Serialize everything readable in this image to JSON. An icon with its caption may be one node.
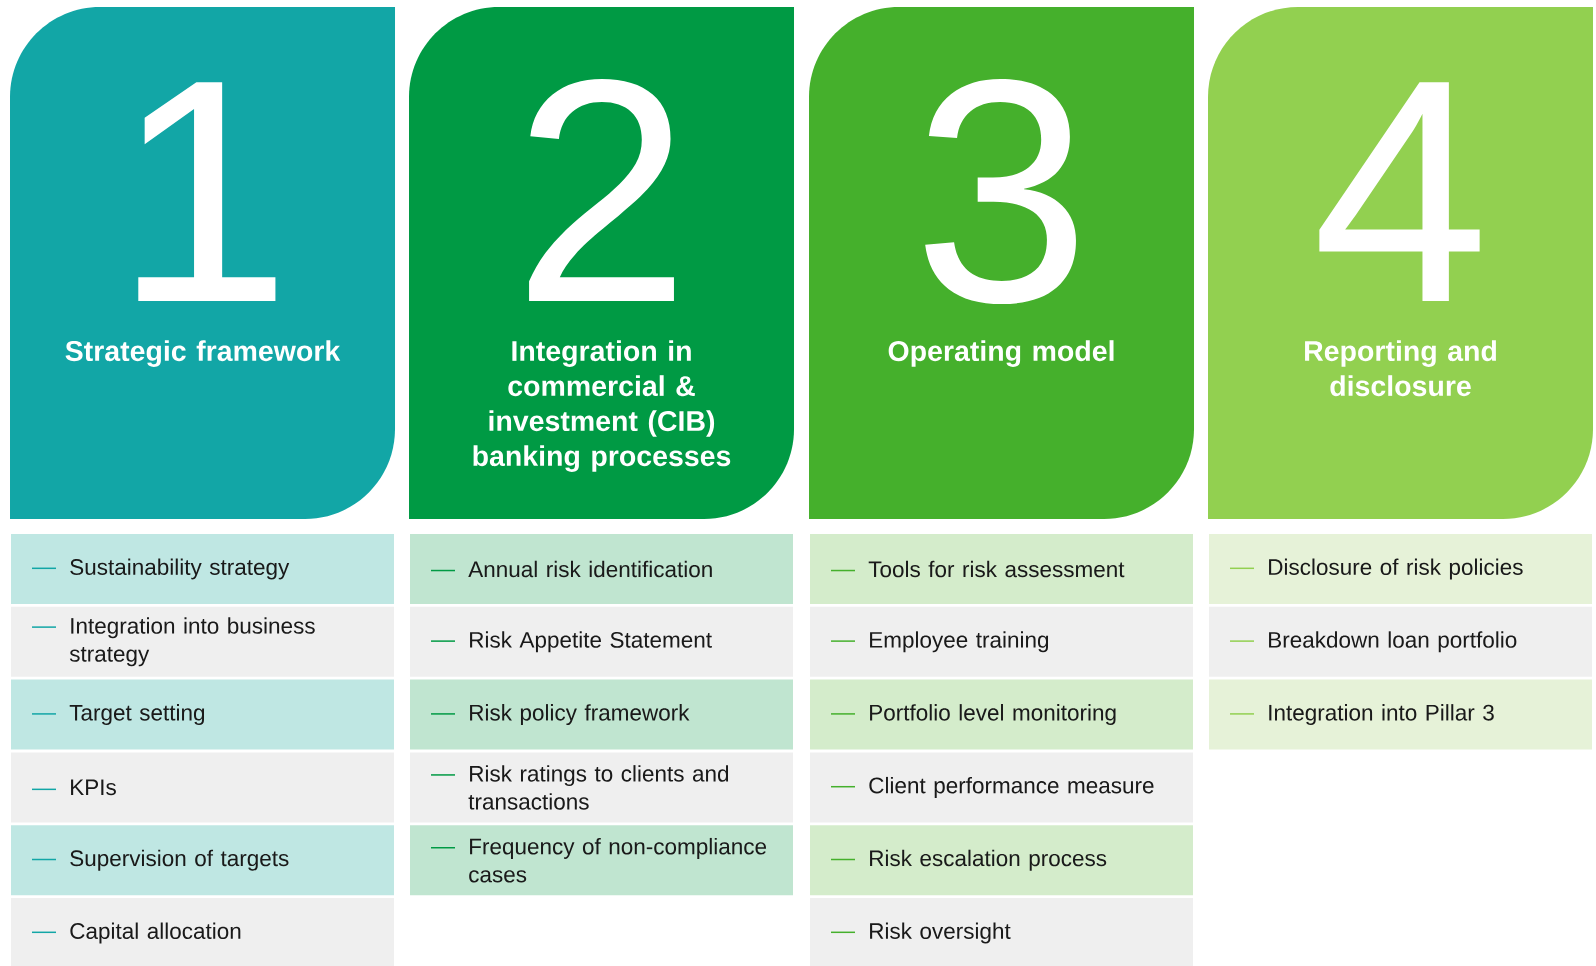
{
  "diagram": {
    "nodes": [
      {
        "text": [
          "1",
          "Strategic framework"
        ]
      },
      {
        "text": [
          "Sustainability strategy"
        ]
      },
      {
        "text": [
          "Integration into business strategy"
        ]
      },
      {
        "text": [
          "Target setting"
        ]
      },
      {
        "text": [
          "KPIs"
        ]
      },
      {
        "text": [
          "Supervision of targets"
        ]
      },
      {
        "text": [
          "Capital allocation"
        ]
      },
      {
        "text": [
          "2",
          "Integration in commercial & investment (CIB) banking processes"
        ]
      },
      {
        "text": [
          "Annual risk identification"
        ]
      },
      {
        "text": [
          "Risk Appetite Statement"
        ]
      },
      {
        "text": [
          "Risk policy framework"
        ]
      },
      {
        "text": [
          "Risk ratings to clients and transactions"
        ]
      },
      {
        "text": [
          "Frequency of non-compliance cases"
        ]
      },
      {
        "text": [
          "3",
          "Operating model"
        ]
      },
      {
        "text": [
          "Tools for risk assessment"
        ]
      },
      {
        "text": [
          "Employee training"
        ]
      },
      {
        "text": [
          "Portfolio level monitoring"
        ]
      },
      {
        "text": [
          "Client performance measure"
        ]
      },
      {
        "text": [
          "Risk escalation process"
        ]
      },
      {
        "text": [
          "Risk oversight"
        ]
      },
      {
        "text": [
          "4",
          "Reporting and disclosure"
        ]
      },
      {
        "text": [
          "Disclosure of risk policies"
        ]
      },
      {
        "text": [
          "Breakdown loan portfolio"
        ]
      },
      {
        "text": [
          "Integration into Pillar 3"
        ]
      }
    ]
  }
}
